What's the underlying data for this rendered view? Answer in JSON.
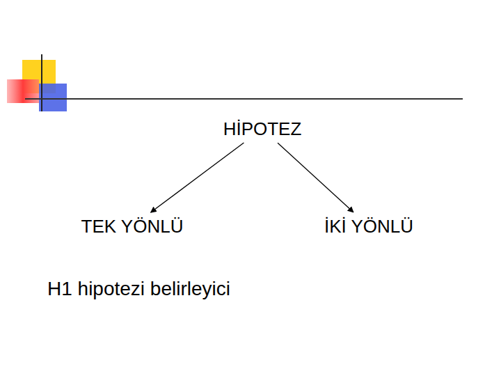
{
  "diagram": {
    "nodes": [
      {
        "text": [
          "HİPOTEZ"
        ]
      },
      {
        "text": [
          "TEK YÖNLÜ"
        ]
      },
      {
        "text": [
          "İKİ YÖNLÜ"
        ]
      }
    ],
    "edges": [
      {
        "from": 0,
        "to": 1,
        "arrow": "to"
      },
      {
        "from": 0,
        "to": 2,
        "arrow": "to"
      }
    ],
    "labels": [
      "H1 hipotezi belirleyici"
    ]
  }
}
